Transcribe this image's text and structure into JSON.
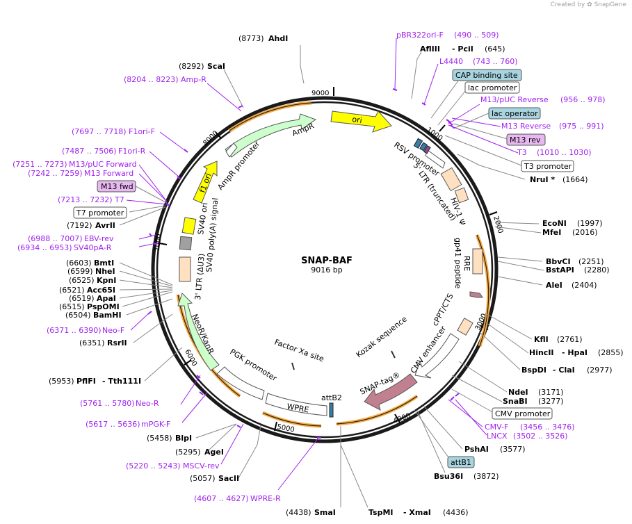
{
  "credit": {
    "prefix": "Created by",
    "brand": "SnapGene"
  },
  "plasmid": {
    "name": "SNAP-BAF",
    "length_label": "9016 bp"
  },
  "ticks": [
    "1000",
    "2000",
    "3000",
    "4000",
    "5000",
    "6000",
    "7000",
    "8000",
    "9000"
  ],
  "enzymes": [
    {
      "name": "AhdI",
      "pos": "(8773)"
    },
    {
      "name": "ScaI",
      "pos": "(8292)"
    },
    {
      "name": "AflIII",
      "name2": "PciI",
      "pos": "(645)"
    },
    {
      "name": "NruI *",
      "pos": "(1664)"
    },
    {
      "name": "EcoNI",
      "pos": "(1997)"
    },
    {
      "name": "MfeI",
      "pos": "(2016)"
    },
    {
      "name": "BbvCI",
      "pos": "(2251)"
    },
    {
      "name": "BstAPI",
      "pos": "(2280)"
    },
    {
      "name": "AleI",
      "pos": "(2404)"
    },
    {
      "name": "KflI",
      "pos": "(2761)"
    },
    {
      "name": "HincII",
      "name2": "HpaI",
      "pos": "(2855)"
    },
    {
      "name": "BspDI",
      "name2": "ClaI",
      "pos": "(2977)"
    },
    {
      "name": "NdeI",
      "pos": "(3171)"
    },
    {
      "name": "SnaBI",
      "pos": "(3277)"
    },
    {
      "name": "PshAI",
      "pos": "(3577)"
    },
    {
      "name": "Bsu36I",
      "pos": "(3872)"
    },
    {
      "name": "TspMI",
      "name2": "XmaI",
      "pos": "(4436)"
    },
    {
      "name": "SmaI",
      "pos": "(4438)"
    },
    {
      "name": "SacII",
      "pos": "(5057)"
    },
    {
      "name": "AgeI",
      "pos": "(5295)"
    },
    {
      "name": "BlpI",
      "pos": "(5458)"
    },
    {
      "name": "PflFI",
      "name2": "Tth111I",
      "pos": "(5953)"
    },
    {
      "name": "RsrII",
      "pos": "(6351)"
    },
    {
      "name": "BamHI",
      "pos": "(6504)"
    },
    {
      "name": "PspOMI",
      "pos": "(6515)"
    },
    {
      "name": "ApaI",
      "pos": "(6519)"
    },
    {
      "name": "Acc65I",
      "pos": "(6521)"
    },
    {
      "name": "KpnI",
      "pos": "(6525)"
    },
    {
      "name": "NheI",
      "pos": "(6599)"
    },
    {
      "name": "BmtI",
      "pos": "(6603)"
    },
    {
      "name": "AvrII",
      "pos": "(7192)"
    }
  ],
  "primers": [
    {
      "name": "pBR322ori-F",
      "range": "(490 .. 509)"
    },
    {
      "name": "L4440",
      "range": "(743 .. 760)"
    },
    {
      "name": "M13/pUC Reverse",
      "range": "(956 .. 978)"
    },
    {
      "name": "M13 Reverse",
      "range": "(975 .. 991)"
    },
    {
      "name": "T3",
      "range": "(1010 .. 1030)"
    },
    {
      "name": "CMV-F",
      "range": "(3456 .. 3476)"
    },
    {
      "name": "LNCX",
      "range": "(3502 .. 3526)"
    },
    {
      "name": "WPRE-R",
      "range": "(4607 .. 4627)"
    },
    {
      "name": "MSCV-rev",
      "range": "(5220 .. 5243)"
    },
    {
      "name": "mPGK-F",
      "range": "(5617 .. 5636)"
    },
    {
      "name": "Neo-R",
      "range": "(5761 .. 5780)"
    },
    {
      "name": "Neo-F",
      "range": "(6371 .. 6390)"
    },
    {
      "name": "SV40pA-R",
      "range": "(6934 .. 6953)"
    },
    {
      "name": "EBV-rev",
      "range": "(6988 .. 7007)"
    },
    {
      "name": "T7",
      "range": "(7213 .. 7232)"
    },
    {
      "name": "M13 Forward",
      "range": "(7242 .. 7259)"
    },
    {
      "name": "M13/pUC Forward",
      "range": "(7251 .. 7273)"
    },
    {
      "name": "F1ori-R",
      "range": "(7487 .. 7506)"
    },
    {
      "name": "F1ori-F",
      "range": "(7697 .. 7718)"
    },
    {
      "name": "Amp-R",
      "range": "(8204 .. 8223)"
    }
  ],
  "boxed_labels": {
    "cap": "CAP binding site",
    "lac_promoter": "lac promoter",
    "lac_operator": "lac operator",
    "m13_rev": "M13 rev",
    "t3_promoter": "T3 promoter",
    "m13_fwd": "M13 fwd",
    "t7_promoter": "T7 promoter",
    "cmv_promoter": "CMV promoter",
    "attb1": "attB1"
  },
  "features": {
    "ori": "ori",
    "ampr": "AmpR",
    "ampr_promoter": "AmpR promoter",
    "f1_ori": "f1 ori",
    "sv40_ori": "SV40 ori",
    "sv40_polya": "SV40 poly(A) signal",
    "ltr3": "3' LTR (ΔU3)",
    "neor": "NeoR/KanR",
    "pgk": "PGK promoter",
    "wpre": "WPRE",
    "attb2": "attB2",
    "factor_xa": "Factor Xa site",
    "kozak": "Kozak sequence",
    "snap": "SNAP-tag®",
    "cmv_enhancer": "CMV enhancer",
    "cppt": "cPPT/CTS",
    "gp41": "gp41 peptide",
    "rre": "RRE",
    "hiv_psi": "HIV-1 Ψ",
    "ltr5": "5' LTR (truncated)",
    "rsv": "RSV promoter"
  },
  "colors": {
    "backbone": "#1a1a1a",
    "primer": "#a020f0",
    "ori": "#ffff00",
    "ampr": "#ccffcc",
    "f1_ori": "#ffff00",
    "ltr": "#ffe0c0",
    "snap": "#c08090",
    "gp41": "#c08090",
    "polya": "#a0a0a0",
    "orange_halo": "#f7a93e",
    "box_blue": "#a8d4e0",
    "box_purple": "#e8b8f0"
  }
}
